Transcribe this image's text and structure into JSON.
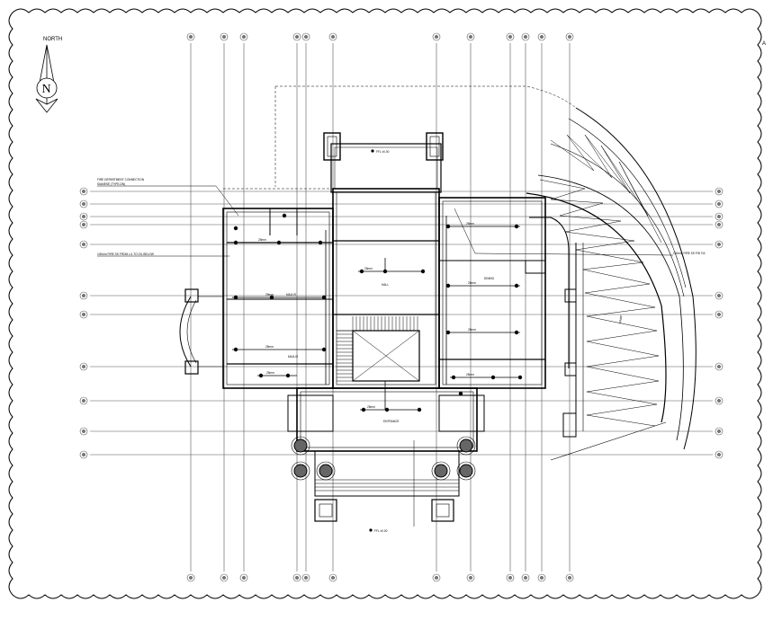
{
  "north_arrow": {
    "label": "NORTH",
    "letter": "N"
  },
  "level_markers": {
    "top": "FFL ±0.00",
    "bottom": "FFL ±0.00"
  },
  "notes": {
    "fire_connection_line1": "FIRE DEPARTMENT CONNECTION",
    "fire_connection_line2": "SIAMESE (TYPE-DN)",
    "pipe_from_above_left": "100mm FIRE SS FROM L/L TO G/L BELOW",
    "pipe_from_above_right": "100mm FIRE SS F/B T/A"
  },
  "rooms": {
    "left_upper": "MAJLIS",
    "left_lower": "MAJLIS",
    "center_hall": "HALL",
    "right_upper": "DINING",
    "entrance_lobby": "ENTRANCE",
    "ramp": "RAMP"
  },
  "pipe_labels": [
    "25mm",
    "25mm",
    "25mm",
    "25mm",
    "25mm",
    "25mm",
    "25mm",
    "25mm",
    "25mm",
    "25mm"
  ],
  "corner_mark": "A"
}
